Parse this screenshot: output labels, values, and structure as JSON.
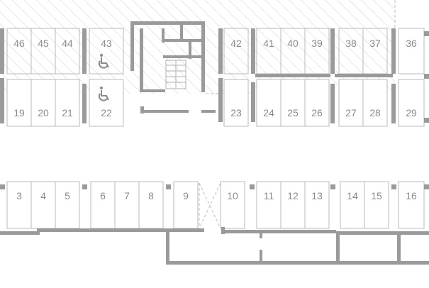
{
  "plan": {
    "colors": {
      "wall": "#9a9a9a",
      "stall_stroke": "#b8b8b8",
      "label": "#8a8a8a",
      "hatch": "#cfcfcf"
    },
    "icons": [
      "wheelchair-accessible-icon"
    ],
    "stalls": [
      {
        "id": "46"
      },
      {
        "id": "45"
      },
      {
        "id": "44"
      },
      {
        "id": "43",
        "accessible": true
      },
      {
        "id": "42"
      },
      {
        "id": "41"
      },
      {
        "id": "40"
      },
      {
        "id": "39"
      },
      {
        "id": "38"
      },
      {
        "id": "37"
      },
      {
        "id": "36"
      },
      {
        "id": "19"
      },
      {
        "id": "20"
      },
      {
        "id": "21"
      },
      {
        "id": "22",
        "accessible": true
      },
      {
        "id": "23"
      },
      {
        "id": "24"
      },
      {
        "id": "25"
      },
      {
        "id": "26"
      },
      {
        "id": "27"
      },
      {
        "id": "28"
      },
      {
        "id": "29"
      },
      {
        "id": "3"
      },
      {
        "id": "4"
      },
      {
        "id": "5"
      },
      {
        "id": "6"
      },
      {
        "id": "7"
      },
      {
        "id": "8"
      },
      {
        "id": "9"
      },
      {
        "id": "10"
      },
      {
        "id": "11"
      },
      {
        "id": "12"
      },
      {
        "id": "13"
      },
      {
        "id": "14"
      },
      {
        "id": "15"
      },
      {
        "id": "16"
      }
    ]
  }
}
